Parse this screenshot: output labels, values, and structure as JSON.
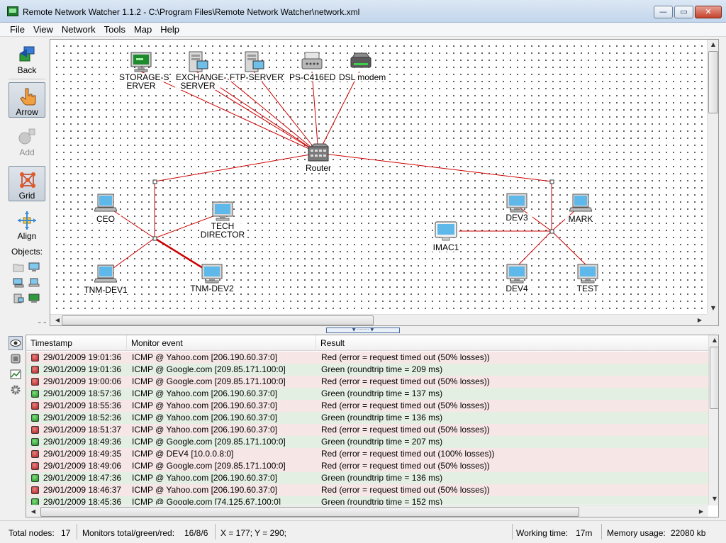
{
  "window": {
    "title": "Remote Network Watcher 1.1.2 - C:\\Program Files\\Remote Network Watcher\\network.xml",
    "minimize": "—",
    "maximize": "▭",
    "close": "✕"
  },
  "menu": [
    "File",
    "View",
    "Network",
    "Tools",
    "Map",
    "Help"
  ],
  "toolbar": {
    "back": "Back",
    "arrow": "Arrow",
    "add": "Add",
    "grid": "Grid",
    "align": "Align",
    "objects": "Objects:"
  },
  "nodes": [
    {
      "id": "storage",
      "label": [
        "STORAGE-S",
        "ERVER"
      ],
      "icon": "terminal-icon"
    },
    {
      "id": "exchange",
      "label": [
        "EXCHANGE-",
        "SERVER"
      ],
      "icon": "server-icon"
    },
    {
      "id": "ftp",
      "label": [
        "FTP-SERVER"
      ],
      "icon": "server-icon"
    },
    {
      "id": "ps",
      "label": [
        "PS-C416ED"
      ],
      "icon": "printer-icon"
    },
    {
      "id": "dsl",
      "label": [
        "DSL modem"
      ],
      "icon": "modem-icon"
    },
    {
      "id": "router",
      "label": [
        "Router"
      ],
      "icon": "router-icon"
    },
    {
      "id": "ceo",
      "label": [
        "CEO"
      ],
      "icon": "laptop-icon"
    },
    {
      "id": "tech",
      "label": [
        "TECH",
        "DIRECTOR"
      ],
      "icon": "monitor-icon"
    },
    {
      "id": "tnmdev1",
      "label": [
        "TNM-DEV1"
      ],
      "icon": "laptop-icon"
    },
    {
      "id": "tnmdev2",
      "label": [
        "TNM-DEV2"
      ],
      "icon": "monitor-icon"
    },
    {
      "id": "imac1",
      "label": [
        "IMAC1"
      ],
      "icon": "imac-icon"
    },
    {
      "id": "dev3",
      "label": [
        "DEV3"
      ],
      "icon": "monitor-icon"
    },
    {
      "id": "mark",
      "label": [
        "MARK"
      ],
      "icon": "laptop-icon"
    },
    {
      "id": "dev4",
      "label": [
        "DEV4"
      ],
      "icon": "monitor-icon"
    },
    {
      "id": "test",
      "label": [
        "TEST"
      ],
      "icon": "monitor-icon"
    }
  ],
  "log": {
    "columns": [
      "Timestamp",
      "Monitor event",
      "Result"
    ],
    "rows": [
      {
        "status": "red",
        "time": "29/01/2009 19:01:36",
        "event": "ICMP @ Yahoo.com [206.190.60.37:0]",
        "result": "Red (error = request timed out (50% losses))"
      },
      {
        "status": "red",
        "time": "29/01/2009 19:01:36",
        "event": "ICMP @ Google.com [209.85.171.100:0]",
        "result": "Green (roundtrip time = 209 ms)"
      },
      {
        "status": "red",
        "time": "29/01/2009 19:00:06",
        "event": "ICMP @ Google.com [209.85.171.100:0]",
        "result": "Red (error = request timed out (50% losses))"
      },
      {
        "status": "green",
        "time": "29/01/2009 18:57:36",
        "event": "ICMP @ Yahoo.com [206.190.60.37:0]",
        "result": "Green (roundtrip time = 137 ms)"
      },
      {
        "status": "red",
        "time": "29/01/2009 18:55:36",
        "event": "ICMP @ Yahoo.com [206.190.60.37:0]",
        "result": "Red (error = request timed out (50% losses))"
      },
      {
        "status": "green",
        "time": "29/01/2009 18:52:36",
        "event": "ICMP @ Yahoo.com [206.190.60.37:0]",
        "result": "Green (roundtrip time = 136 ms)"
      },
      {
        "status": "red",
        "time": "29/01/2009 18:51:37",
        "event": "ICMP @ Yahoo.com [206.190.60.37:0]",
        "result": "Red (error = request timed out (50% losses))"
      },
      {
        "status": "green",
        "time": "29/01/2009 18:49:36",
        "event": "ICMP @ Google.com [209.85.171.100:0]",
        "result": "Green (roundtrip time = 207 ms)"
      },
      {
        "status": "red",
        "time": "29/01/2009 18:49:35",
        "event": "ICMP @ DEV4 [10.0.0.8:0]",
        "result": "Red (error = request timed out (100% losses))"
      },
      {
        "status": "red",
        "time": "29/01/2009 18:49:06",
        "event": "ICMP @ Google.com [209.85.171.100:0]",
        "result": "Red (error = request timed out (50% losses))"
      },
      {
        "status": "green",
        "time": "29/01/2009 18:47:36",
        "event": "ICMP @ Yahoo.com [206.190.60.37:0]",
        "result": "Green (roundtrip time = 136 ms)"
      },
      {
        "status": "red",
        "time": "29/01/2009 18:46:37",
        "event": "ICMP @ Yahoo.com [206.190.60.37:0]",
        "result": "Red (error = request timed out (50% losses))"
      },
      {
        "status": "green",
        "time": "29/01/2009 18:45:36",
        "event": "ICMP @ Google.com [74.125.67.100:0]",
        "result": "Green (roundtrip time = 152 ms)"
      }
    ]
  },
  "statusbar": {
    "total_nodes_label": "Total nodes:",
    "total_nodes": "17",
    "monitors_label": "Monitors total/green/red:",
    "monitors": "16/8/6",
    "coords": "X = 177; Y = 290;",
    "working_label": "Working time:",
    "working": "17m",
    "memory_label": "Memory usage:",
    "memory": "22080 kb"
  },
  "colors": {
    "link": "#cc0000",
    "red_row": "#f7e6e6",
    "green_row": "#e4efe3"
  }
}
